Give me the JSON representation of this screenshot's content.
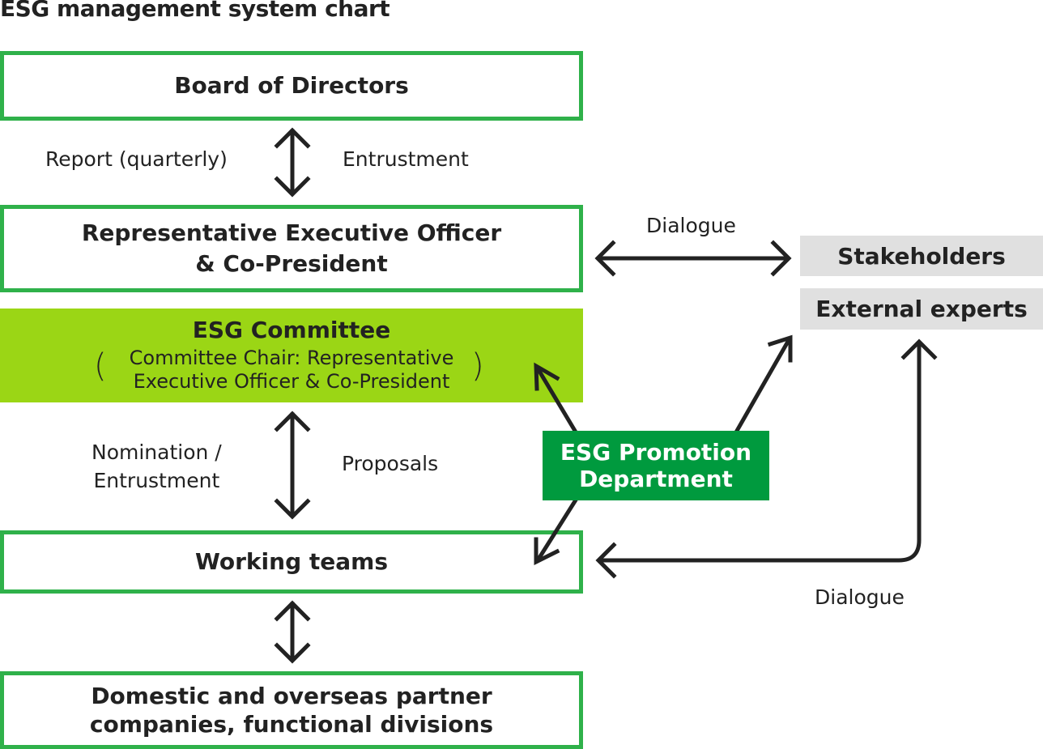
{
  "title": "ESG management system chart",
  "boxes": {
    "board": "Board of Directors",
    "rep_line1": "Representative Executive Officer",
    "rep_line2": "& Co-President",
    "committee_title": "ESG Committee",
    "committee_line1": "Committee Chair: Representative",
    "committee_line2": "Executive Officer & Co-President",
    "working": "Working teams",
    "partners_line1": "Domestic and overseas partner",
    "partners_line2": "companies, functional divisions",
    "promotion_line1": "ESG Promotion",
    "promotion_line2": "Department",
    "stakeholders": "Stakeholders",
    "experts": "External experts"
  },
  "labels": {
    "report": "Report (quarterly)",
    "entrustment": "Entrustment",
    "dialogue_top": "Dialogue",
    "nomination_line1": "Nomination /",
    "nomination_line2": "Entrustment",
    "proposals": "Proposals",
    "dialogue_bottom": "Dialogue"
  },
  "colors": {
    "box_border": "#2fb14a",
    "committee_fill": "#9bd615",
    "promotion_fill": "#009a3e",
    "external_fill": "#e0e0e0",
    "arrow": "#222222"
  }
}
